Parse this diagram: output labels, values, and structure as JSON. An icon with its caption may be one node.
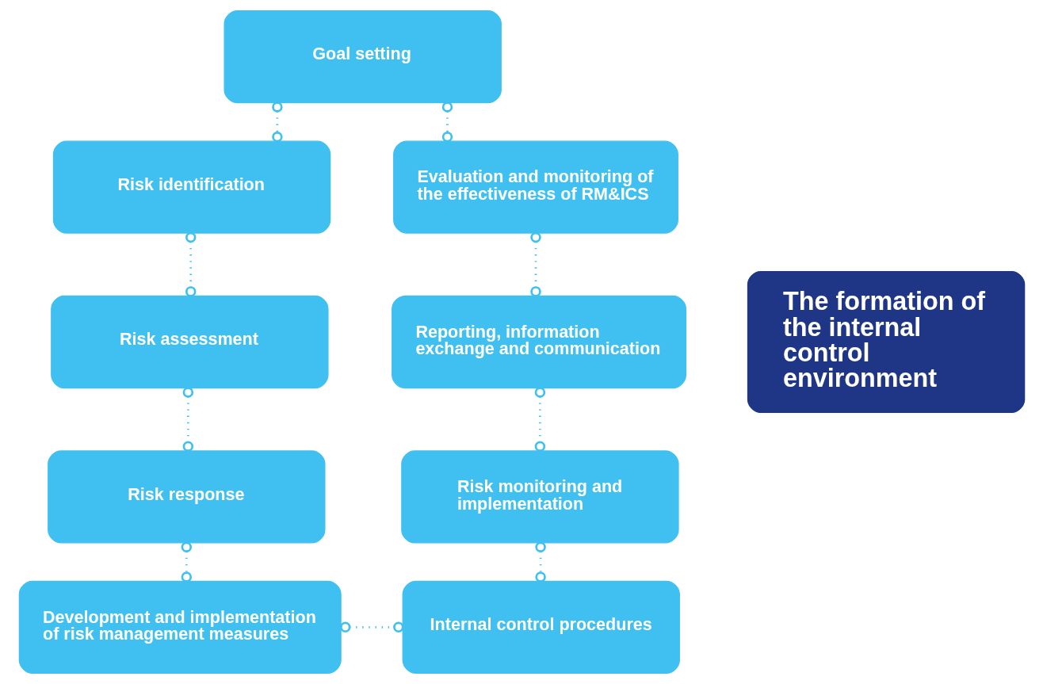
{
  "diagram": {
    "nodes": [
      {
        "text": [
          "Goal setting"
        ]
      },
      {
        "text": [
          "Risk identification"
        ]
      },
      {
        "text": [
          "Risk assessment"
        ]
      },
      {
        "text": [
          "Risk response"
        ]
      },
      {
        "text": [
          "Development and implementation of risk management measures"
        ]
      },
      {
        "text": [
          "Internal control procedures"
        ]
      },
      {
        "text": [
          "Risk monitoring and implementation"
        ]
      },
      {
        "text": [
          "Reporting, information exchange and communication"
        ]
      },
      {
        "text": [
          "Evaluation and monitoring of the effectiveness of RM&ICS"
        ]
      },
      {
        "text": [
          "The formation of the internal control environment"
        ]
      }
    ],
    "edges": [
      {
        "from": 0,
        "to": 1,
        "arrow": "other"
      },
      {
        "from": 1,
        "to": 2,
        "arrow": "other"
      },
      {
        "from": 2,
        "to": 3,
        "arrow": "other"
      },
      {
        "from": 3,
        "to": 4,
        "arrow": "other"
      },
      {
        "from": 4,
        "to": 5,
        "arrow": "other"
      },
      {
        "from": 5,
        "to": 6,
        "arrow": "other"
      },
      {
        "from": 6,
        "to": 7,
        "arrow": "other"
      },
      {
        "from": 7,
        "to": 8,
        "arrow": "other"
      },
      {
        "from": 8,
        "to": 0,
        "arrow": "other"
      }
    ]
  }
}
